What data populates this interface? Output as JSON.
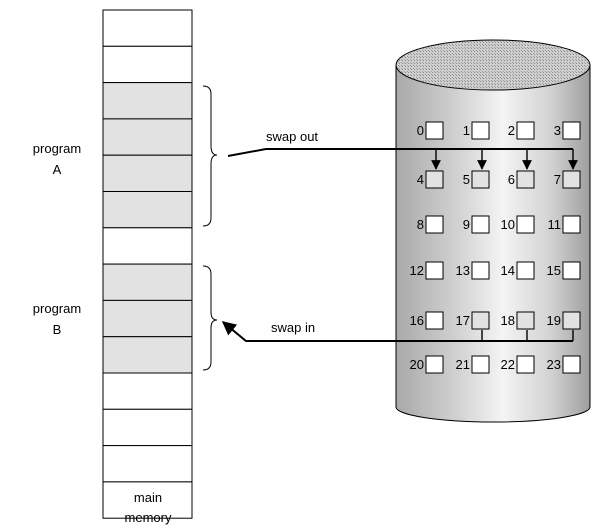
{
  "memory": {
    "caption": [
      "main",
      "memory"
    ],
    "slots": [
      {
        "state": "free"
      },
      {
        "state": "free"
      },
      {
        "state": "used"
      },
      {
        "state": "used"
      },
      {
        "state": "used"
      },
      {
        "state": "used"
      },
      {
        "state": "free"
      },
      {
        "state": "used"
      },
      {
        "state": "used"
      },
      {
        "state": "used"
      },
      {
        "state": "free"
      },
      {
        "state": "free"
      },
      {
        "state": "free"
      },
      {
        "state": "free"
      }
    ],
    "colors": {
      "free": "#ffffff",
      "used": "#e2e2e2"
    }
  },
  "programs": [
    {
      "label": [
        "program",
        "A"
      ]
    },
    {
      "label": [
        "program",
        "B"
      ]
    }
  ],
  "disk": {
    "blocks": [
      {
        "label": "0",
        "filled": false
      },
      {
        "label": "1",
        "filled": false
      },
      {
        "label": "2",
        "filled": false
      },
      {
        "label": "3",
        "filled": false
      },
      {
        "label": "4",
        "filled": true
      },
      {
        "label": "5",
        "filled": true
      },
      {
        "label": "6",
        "filled": true
      },
      {
        "label": "7",
        "filled": true
      },
      {
        "label": "8",
        "filled": false
      },
      {
        "label": "9",
        "filled": false
      },
      {
        "label": "10",
        "filled": false
      },
      {
        "label": "11",
        "filled": false
      },
      {
        "label": "12",
        "filled": false
      },
      {
        "label": "13",
        "filled": false
      },
      {
        "label": "14",
        "filled": false
      },
      {
        "label": "15",
        "filled": false
      },
      {
        "label": "16",
        "filled": false
      },
      {
        "label": "17",
        "filled": true
      },
      {
        "label": "18",
        "filled": true
      },
      {
        "label": "19",
        "filled": true
      },
      {
        "label": "20",
        "filled": false
      },
      {
        "label": "21",
        "filled": false
      },
      {
        "label": "22",
        "filled": false
      },
      {
        "label": "23",
        "filled": false
      }
    ],
    "colors": {
      "empty": "#ffffff",
      "filled": "#e2e2e2"
    }
  },
  "arrows": {
    "swap_out": "swap out",
    "swap_in": "swap in"
  }
}
